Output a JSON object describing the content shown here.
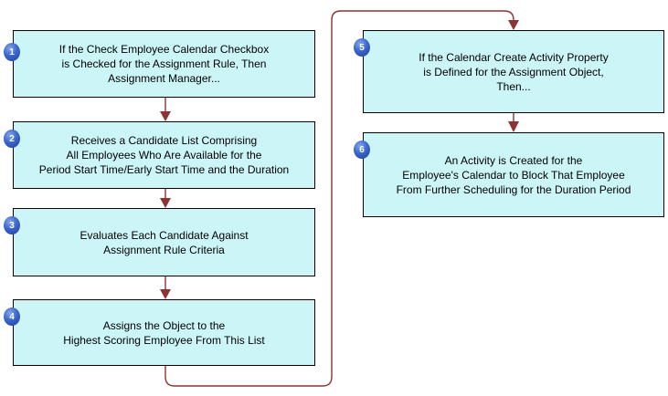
{
  "diagram": {
    "background": "#ffffff",
    "colors": {
      "box_fill": "#ccf5f8",
      "box_border": "#000000",
      "connector": "#8e3334",
      "badge_fill": "#3a66cc",
      "badge_highlight": "#84a7e8",
      "badge_shadow": "#20409b",
      "badge_text": "#ffffff",
      "text": "#000000"
    },
    "steps": [
      {
        "number": "1",
        "text": "If  the Check Employee Calendar Checkbox\nis Checked for the Assignment Rule, Then\nAssignment Manager..."
      },
      {
        "number": "2",
        "text": "Receives a Candidate List Comprising\nAll Employees Who Are Available for the\nPeriod Start Time/Early Start Time and the Duration"
      },
      {
        "number": "3",
        "text": "Evaluates Each Candidate Against\nAssignment Rule Criteria"
      },
      {
        "number": "4",
        "text": "Assigns the Object to the\nHighest Scoring Employee From This List"
      },
      {
        "number": "5",
        "text": "If the Calendar Create Activity Property\nis Defined for the Assignment Object,\nThen..."
      },
      {
        "number": "6",
        "text": "An Activity is Created for the\nEmployee's Calendar to Block That Employee\nFrom Further Scheduling for the Duration Period"
      }
    ]
  }
}
